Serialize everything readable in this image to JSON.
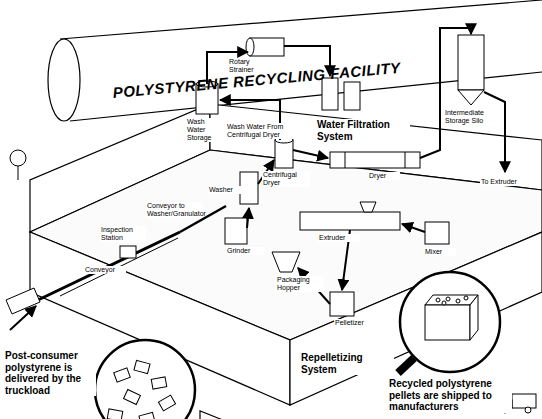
{
  "diagram": {
    "title": "POLYSTYRENE RECYCLING FACILITY",
    "labels": [
      "Rotary Strainer",
      "Wash Water Storage",
      "Wash Water From Centrifugal Dryer",
      "Water Filtration System",
      "Intermediate Storage Silo",
      "To Extruder",
      "Dryer",
      "Centrifugal Dryer",
      "Washer",
      "Conveyor to Washer/Granulator",
      "Grinder",
      "Inspection Station",
      "Conveyor",
      "Packaging Hopper",
      "Extruder",
      "Mixer",
      "Pelletizer",
      "Repelletizing System",
      "Post-consumer polystyrene is delivered by the truckload",
      "Recycled polystyrene pellets are shipped to manufacturers"
    ]
  }
}
